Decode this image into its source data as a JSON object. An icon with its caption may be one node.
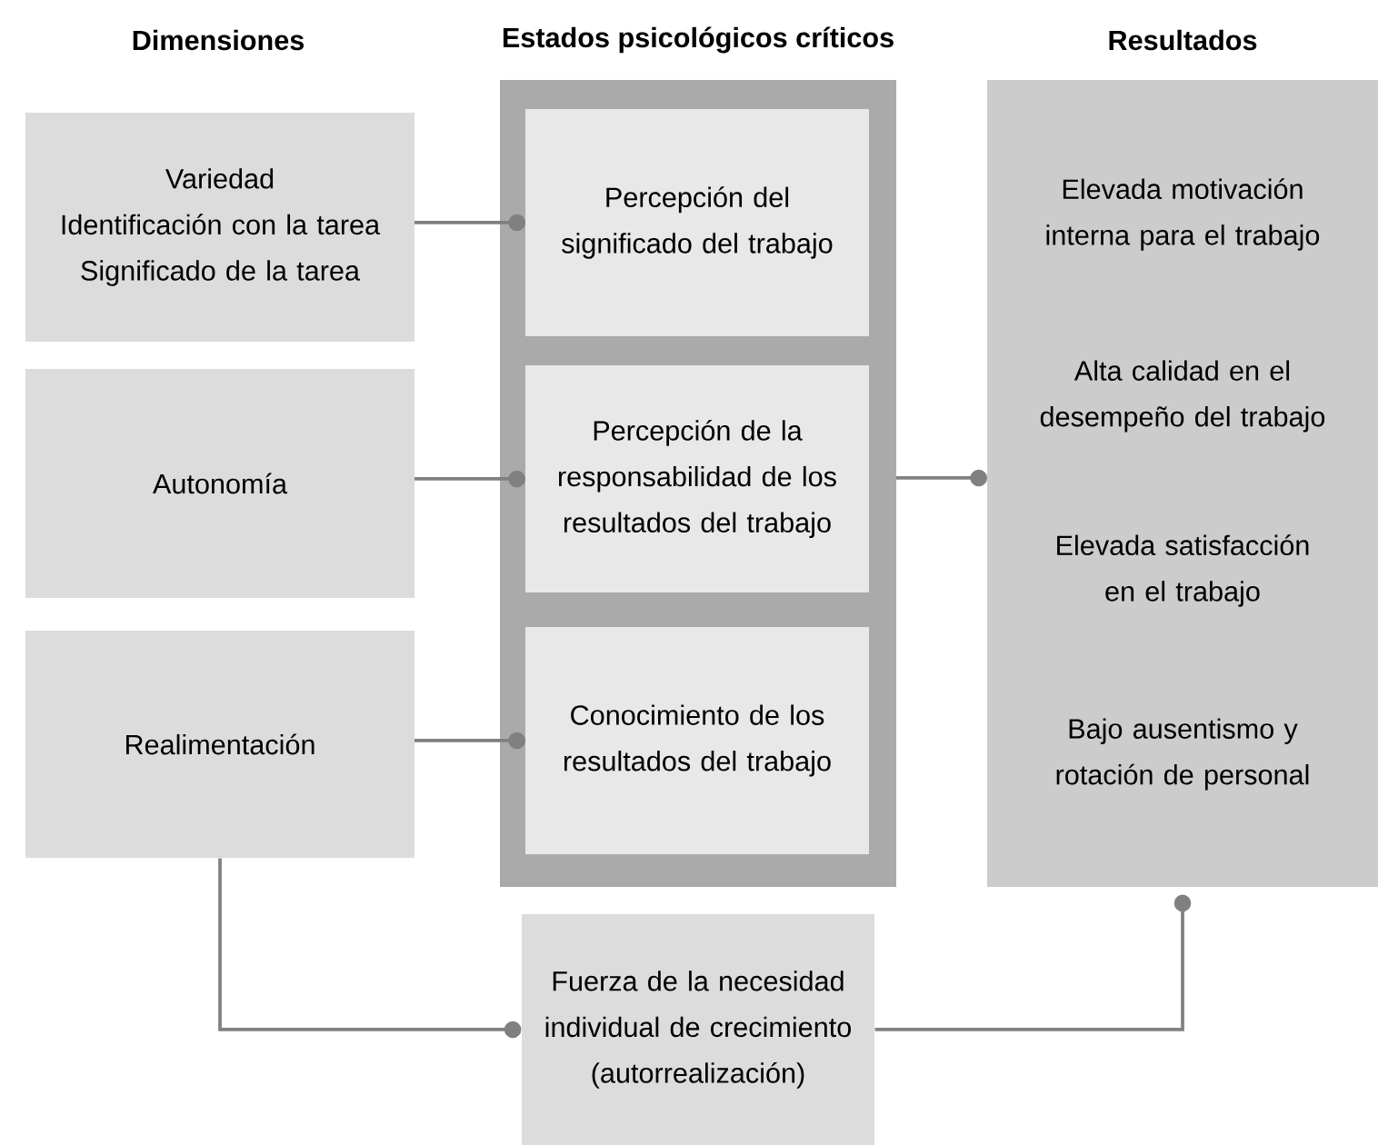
{
  "diagram": {
    "nodes": [
      {
        "text": [
          "Variedad",
          "Identificación con la tarea",
          "Significado de la tarea"
        ]
      },
      {
        "text": [
          "Autonomía"
        ]
      },
      {
        "text": [
          "Realimentación"
        ]
      },
      {
        "text": [
          "Estados psicológicos críticos"
        ]
      },
      {
        "text": [
          "Percepción del significado del trabajo"
        ],
        "in": 3
      },
      {
        "text": [
          "Percepción de la responsabilidad de los resultados del trabajo"
        ],
        "in": 3
      },
      {
        "text": [
          "Conocimiento de los resultados del trabajo"
        ],
        "in": 3
      },
      {
        "text": [
          "Resultados",
          "Elevada motivación interna para el trabajo",
          "Alta calidad en el desempeño del trabajo",
          "Elevada satisfacción en el trabajo",
          "Bajo ausentismo y rotación de personal"
        ]
      },
      {
        "text": [
          "Fuerza de la necesidad individual de crecimiento (autorrealización)"
        ]
      }
    ],
    "edges": [
      {
        "from": 0,
        "to": 4,
        "arrow": "other"
      },
      {
        "from": 1,
        "to": 5,
        "arrow": "other"
      },
      {
        "from": 2,
        "to": 6,
        "arrow": "other"
      },
      {
        "from": 3,
        "to": 7,
        "arrow": "other"
      },
      {
        "from": 2,
        "to": 8,
        "arrow": "other"
      },
      {
        "from": 8,
        "to": 7,
        "arrow": "other"
      }
    ],
    "labels": [
      "Dimensiones"
    ]
  }
}
